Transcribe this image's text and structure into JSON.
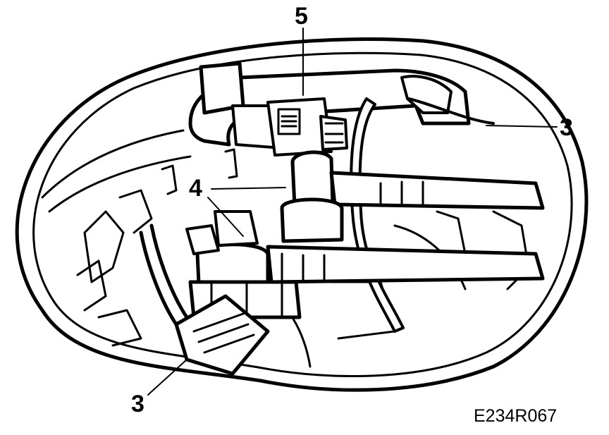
{
  "figure": {
    "callouts": {
      "label_5": "5",
      "label_4": "4",
      "label_3_right": "3",
      "label_3_left": "3"
    },
    "figure_code": "E234R067"
  }
}
